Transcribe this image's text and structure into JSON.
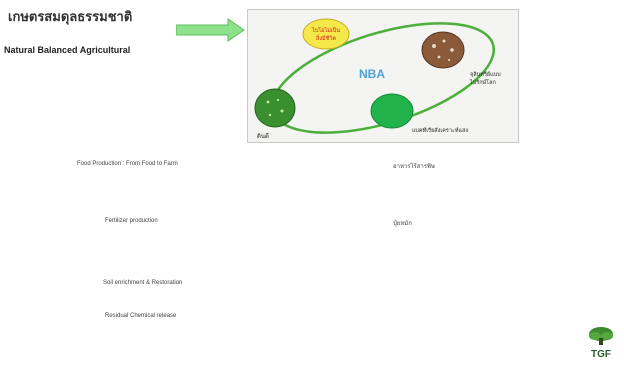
{
  "header": {
    "thai_title": "เกษตรสมดุลธรรมชาติ",
    "english_title": "Natural Balanced Agricultural"
  },
  "diagram": {
    "center_label": "NBA",
    "top_node_line1": "ไบโอไม่เป็น",
    "top_node_line2": "สิ่งมีชีวิต",
    "right_node_line1": "จุลินทรีย์แบบ",
    "right_node_line2": "ไปรักษ์โลก",
    "bottom_node_label": "แบคทีเรียสังเคราะห์แสง",
    "left_node_label": "ดินดี",
    "colors": {
      "ring": "#4caf3a",
      "top_node": "#f5e84a",
      "right_node": "#8a5a3a",
      "bottom_node": "#22b24c",
      "left_node": "#3a8f2e",
      "center_text": "#4aa3d8",
      "arrow": "#7ed67e"
    }
  },
  "rows": [
    {
      "english": "Food Production : From Food to Farm",
      "thai": "อาหารไร้สารพิษ"
    },
    {
      "english": "Fertilizer production",
      "thai": "ปุ๋ยหมัก"
    },
    {
      "english": "Soil enrichment & Restoration",
      "thai": ""
    },
    {
      "english": "Residual Chemical release",
      "thai": ""
    }
  ],
  "logo": {
    "text": "TGF",
    "icon": "tree-logo-icon"
  }
}
